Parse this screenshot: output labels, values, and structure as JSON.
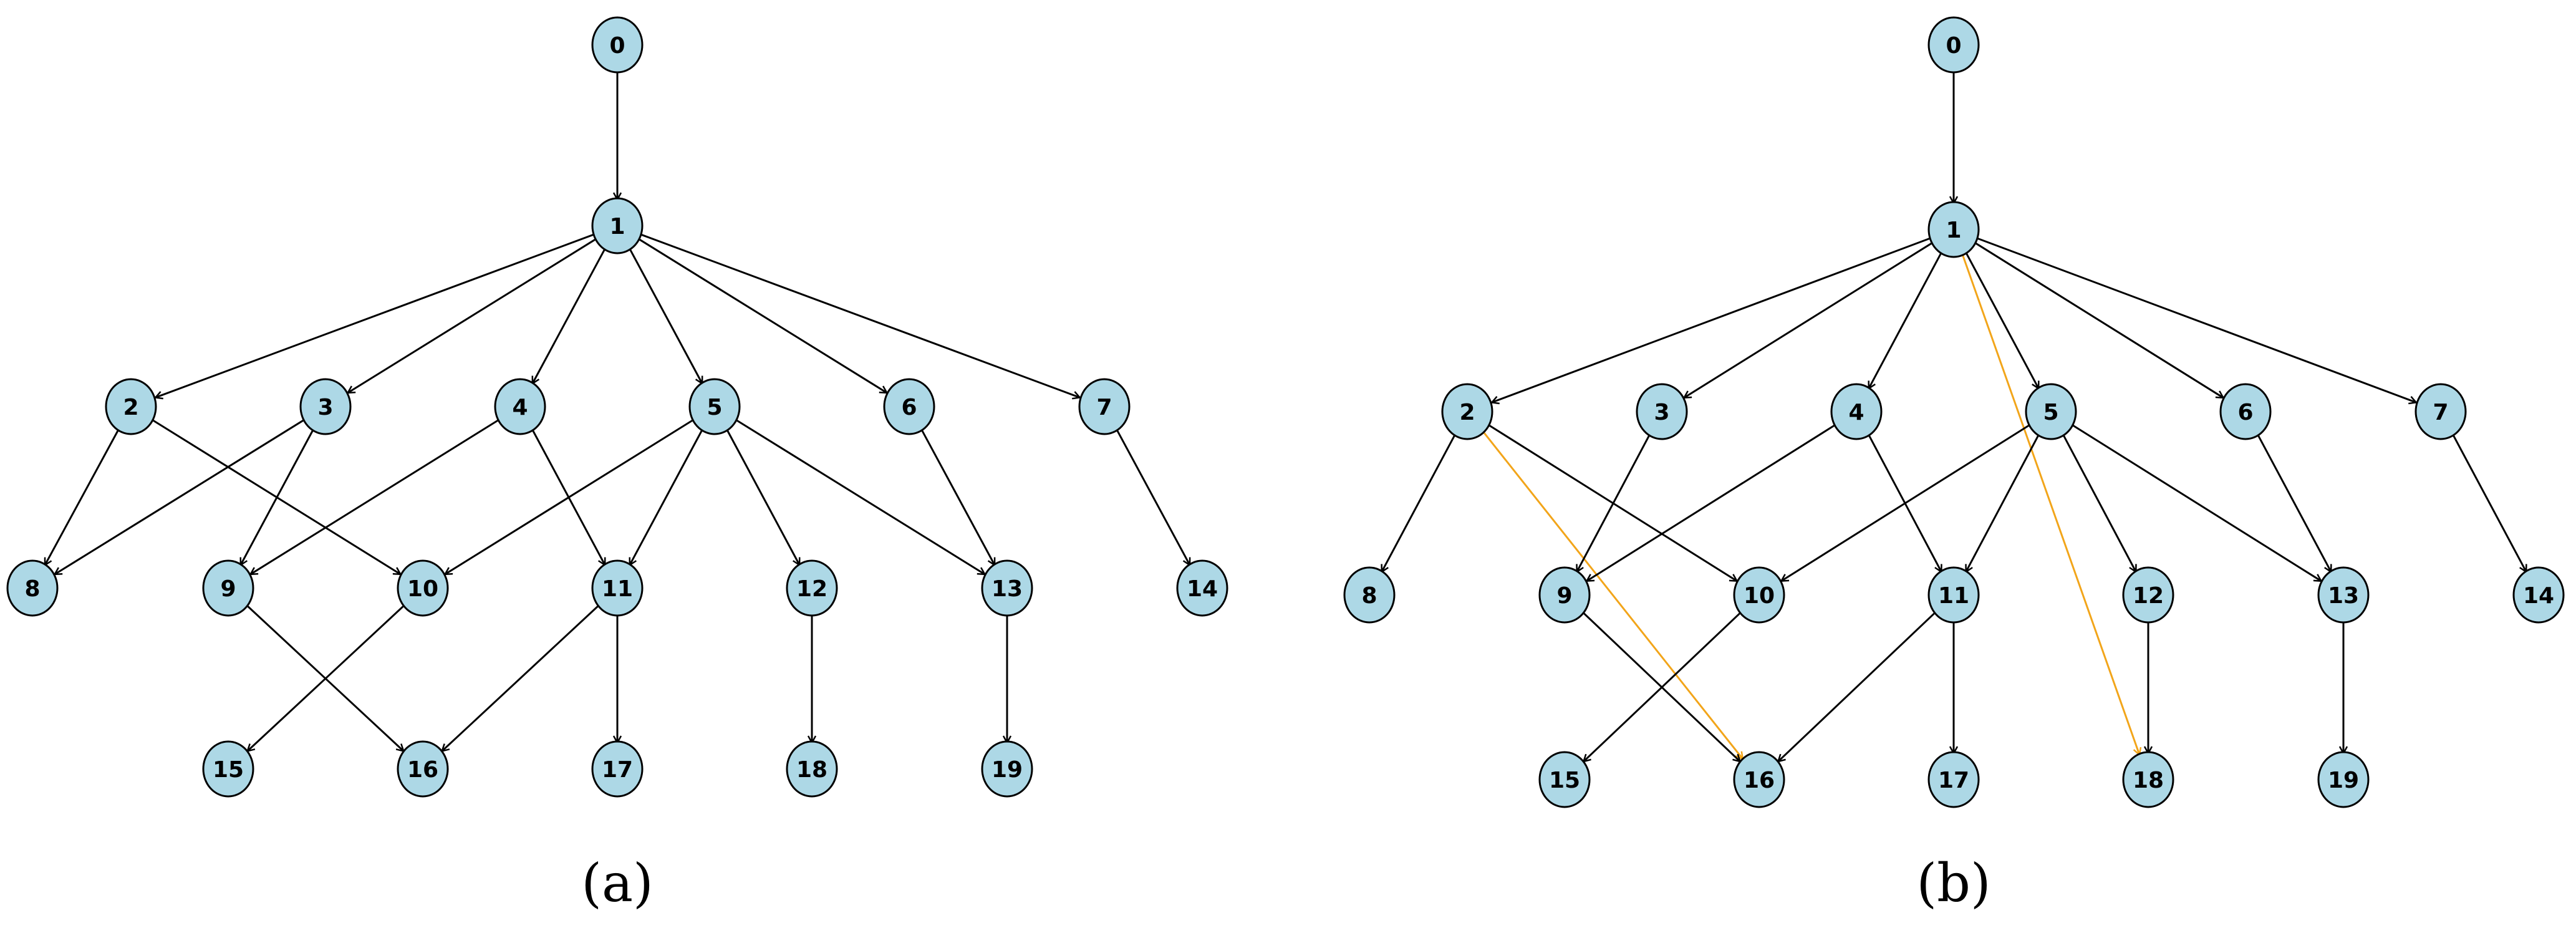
{
  "colors": {
    "node_fill": "#add8e6",
    "node_stroke": "#000000",
    "edge": "#000000",
    "highlight_edge": "#f2a51a",
    "background": "#ffffff"
  },
  "panels": [
    {
      "id": "a",
      "caption": "(a)",
      "nodes": [
        "0",
        "1",
        "2",
        "3",
        "4",
        "5",
        "6",
        "7",
        "8",
        "9",
        "10",
        "11",
        "12",
        "13",
        "14",
        "15",
        "16",
        "17",
        "18",
        "19"
      ],
      "edges": [
        {
          "from": "0",
          "to": "1"
        },
        {
          "from": "1",
          "to": "2"
        },
        {
          "from": "1",
          "to": "3"
        },
        {
          "from": "1",
          "to": "4"
        },
        {
          "from": "1",
          "to": "5"
        },
        {
          "from": "1",
          "to": "6"
        },
        {
          "from": "1",
          "to": "7"
        },
        {
          "from": "2",
          "to": "8"
        },
        {
          "from": "2",
          "to": "10"
        },
        {
          "from": "3",
          "to": "8"
        },
        {
          "from": "3",
          "to": "9"
        },
        {
          "from": "4",
          "to": "9"
        },
        {
          "from": "4",
          "to": "11"
        },
        {
          "from": "5",
          "to": "10"
        },
        {
          "from": "5",
          "to": "11"
        },
        {
          "from": "5",
          "to": "12"
        },
        {
          "from": "5",
          "to": "13"
        },
        {
          "from": "6",
          "to": "13"
        },
        {
          "from": "7",
          "to": "14"
        },
        {
          "from": "9",
          "to": "16"
        },
        {
          "from": "10",
          "to": "15"
        },
        {
          "from": "11",
          "to": "16"
        },
        {
          "from": "11",
          "to": "17"
        },
        {
          "from": "12",
          "to": "18"
        },
        {
          "from": "13",
          "to": "19"
        }
      ]
    },
    {
      "id": "b",
      "caption": "(b)",
      "nodes": [
        "0",
        "1",
        "2",
        "3",
        "4",
        "5",
        "6",
        "7",
        "8",
        "9",
        "10",
        "11",
        "12",
        "13",
        "14",
        "15",
        "16",
        "17",
        "18",
        "19"
      ],
      "edges": [
        {
          "from": "0",
          "to": "1"
        },
        {
          "from": "1",
          "to": "2"
        },
        {
          "from": "1",
          "to": "3"
        },
        {
          "from": "1",
          "to": "4"
        },
        {
          "from": "1",
          "to": "5"
        },
        {
          "from": "1",
          "to": "6"
        },
        {
          "from": "1",
          "to": "7"
        },
        {
          "from": "1",
          "to": "18",
          "highlight": true
        },
        {
          "from": "2",
          "to": "8"
        },
        {
          "from": "2",
          "to": "10"
        },
        {
          "from": "2",
          "to": "16",
          "highlight": true
        },
        {
          "from": "3",
          "to": "9"
        },
        {
          "from": "4",
          "to": "9"
        },
        {
          "from": "4",
          "to": "11"
        },
        {
          "from": "5",
          "to": "10"
        },
        {
          "from": "5",
          "to": "11"
        },
        {
          "from": "5",
          "to": "12"
        },
        {
          "from": "5",
          "to": "13"
        },
        {
          "from": "6",
          "to": "13"
        },
        {
          "from": "7",
          "to": "14"
        },
        {
          "from": "9",
          "to": "16"
        },
        {
          "from": "10",
          "to": "15"
        },
        {
          "from": "11",
          "to": "16"
        },
        {
          "from": "11",
          "to": "17"
        },
        {
          "from": "12",
          "to": "18"
        },
        {
          "from": "13",
          "to": "19"
        }
      ]
    }
  ]
}
